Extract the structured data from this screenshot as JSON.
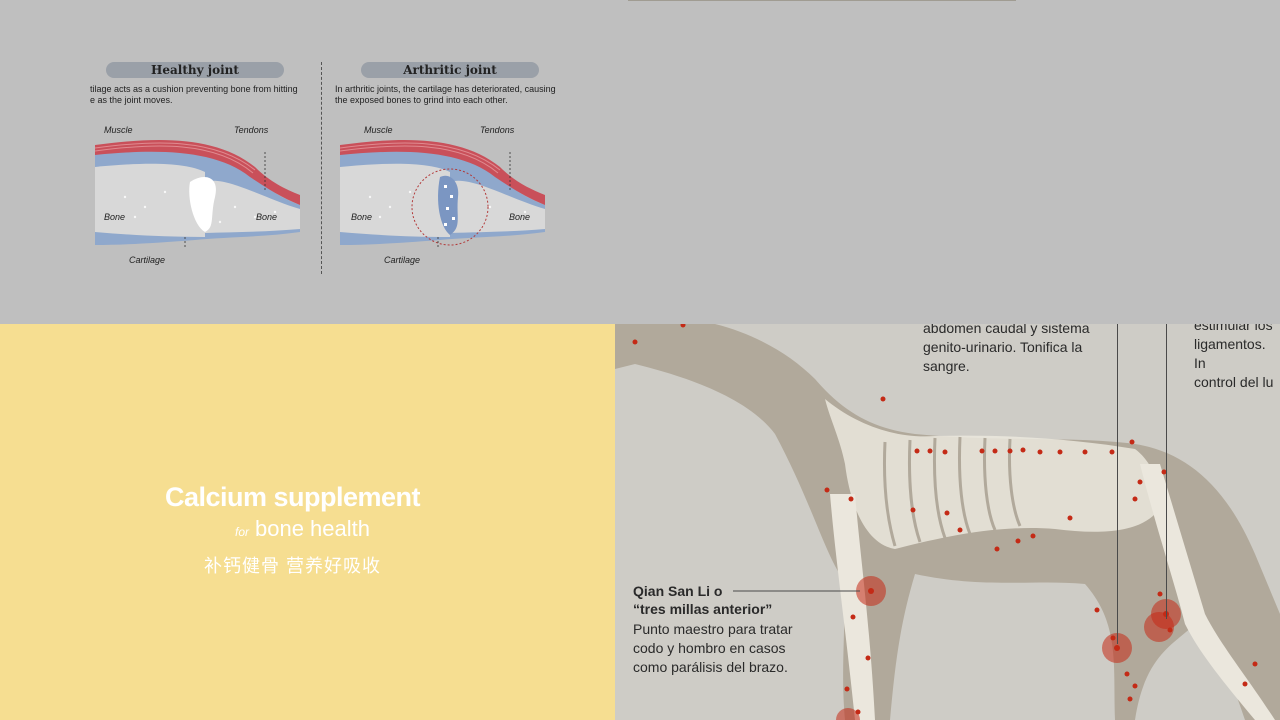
{
  "healthy": {
    "title": "Healthy joint",
    "desc": "tilage acts as a cushion preventing bone from hitting\ne as the joint moves.",
    "muscle": "Muscle",
    "tendons": "Tendons",
    "bone_left": "Bone",
    "bone_right": "Bone",
    "cartilage": "Cartilage"
  },
  "arthritic": {
    "title": "Arthritic joint",
    "desc": "In arthritic joints, the cartilage has deteriorated, causing\nthe exposed bones to grind into each other.",
    "muscle": "Muscle",
    "tendons": "Tendons",
    "bone_left": "Bone",
    "bone_right": "Bone",
    "cartilage": "Cartilage"
  },
  "promo": {
    "title": "Calcium supplement",
    "sub_small": "for",
    "sub": "bone health",
    "cn": "补钙健骨 营养好吸收"
  },
  "anatomy": {
    "text_abdomen": "abdomen caudal y sistema\ngenito-urinario. Tonifica la\nsangre.",
    "text_right": "estimular los\nligamentos. In\ncontrol del lu",
    "point_title_1": "Qian San Li o",
    "point_title_2": "“tres millas anterior”",
    "point_desc": "Punto maestro para tratar\ncodo y hombro en casos\ncomo parálisis del brazo."
  },
  "colors": {
    "top_bg": "#bfbfbf",
    "promo_bg": "#f6de91",
    "anatomy_bg": "#ceccc6",
    "dog_fill": "#b1a99b",
    "bone_fill": "#ebe7dd",
    "point_red": "#c42a16",
    "muscle_red": "#c9505a"
  }
}
